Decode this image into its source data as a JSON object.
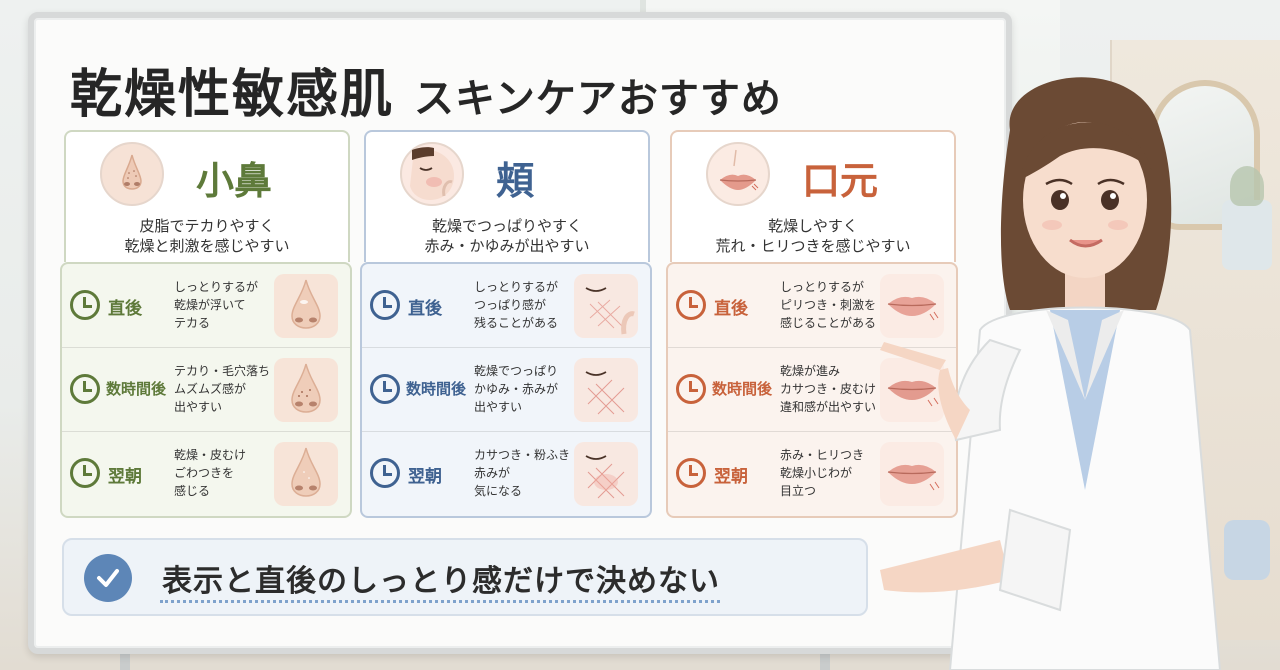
{
  "title": {
    "main": "乾燥性敏感肌",
    "sub": "スキンケアおすすめ"
  },
  "columns": [
    {
      "name": "小鼻",
      "icon": "nose-icon",
      "desc_line1": "皮脂でテカりやすく",
      "desc_line2": "乾燥と刺激を感じやすい",
      "stages": [
        {
          "label": "直後",
          "lines": [
            "しっとりするが",
            "乾燥が浮いて",
            "テカる"
          ]
        },
        {
          "label": "数時間後",
          "lines": [
            "テカり・毛穴落ち",
            "ムズムズ感が",
            "出やすい"
          ]
        },
        {
          "label": "翌朝",
          "lines": [
            "乾燥・皮むけ",
            "ごわつきを",
            "感じる"
          ]
        }
      ]
    },
    {
      "name": "頬",
      "icon": "cheek-icon",
      "desc_line1": "乾燥でつっぱりやすく",
      "desc_line2": "赤み・かゆみが出やすい",
      "stages": [
        {
          "label": "直後",
          "lines": [
            "しっとりするが",
            "つっぱり感が",
            "残ることがある"
          ]
        },
        {
          "label": "数時間後",
          "lines": [
            "乾燥でつっぱり",
            "かゆみ・赤みが",
            "出やすい"
          ]
        },
        {
          "label": "翌朝",
          "lines": [
            "カサつき・粉ふき",
            "赤みが",
            "気になる"
          ]
        }
      ]
    },
    {
      "name": "口元",
      "icon": "lips-icon",
      "desc_line1": "乾燥しやすく",
      "desc_line2": "荒れ・ヒリつきを感じやすい",
      "stages": [
        {
          "label": "直後",
          "lines": [
            "しっとりするが",
            "ピリつき・刺激を",
            "感じることがある"
          ]
        },
        {
          "label": "数時間後",
          "lines": [
            "乾燥が進み",
            "カサつき・皮むけ",
            "違和感が出やすい"
          ]
        },
        {
          "label": "翌朝",
          "lines": [
            "赤み・ヒリつき",
            "乾燥小じわが",
            "目立つ"
          ]
        }
      ]
    }
  ],
  "banner": {
    "text": "表示と直後のしっとり感だけで決めない",
    "icon": "check-icon"
  },
  "colors": {
    "green": "#5e7a3a",
    "blue": "#3f6291",
    "orange": "#c8623b",
    "badge": "#5d86b7"
  }
}
